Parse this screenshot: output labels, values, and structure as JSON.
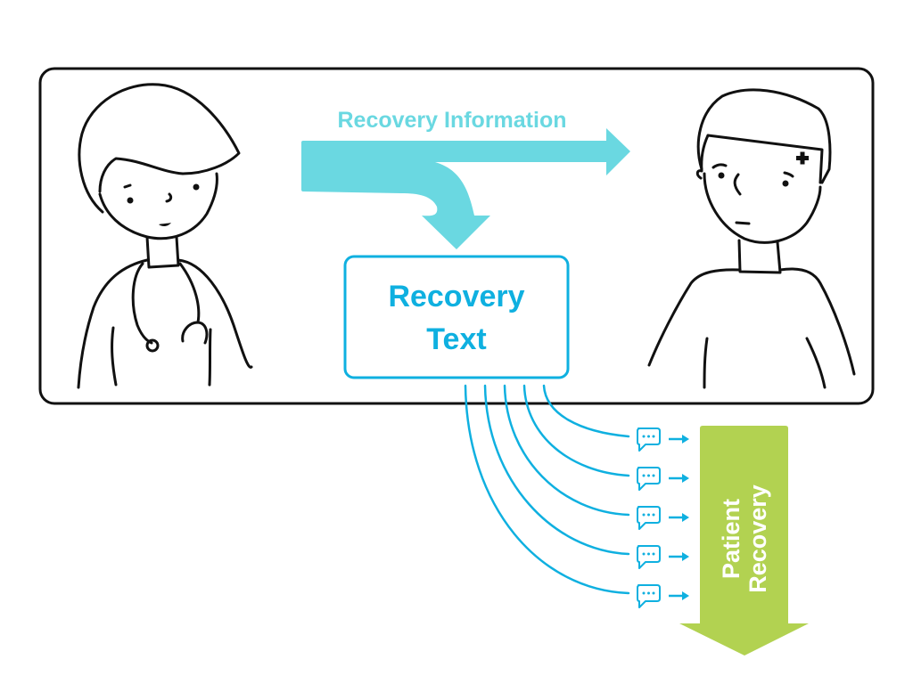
{
  "diagram": {
    "flow_label": "Recovery Information",
    "box_label_line1": "Recovery",
    "box_label_line2": "Text",
    "outcome_label_line1": "Patient",
    "outcome_label_line2": "Recovery",
    "message_count": 5,
    "actors": [
      {
        "role": "doctor",
        "description": "clinician with stethoscope"
      },
      {
        "role": "patient",
        "description": "patient with bandage on forehead"
      }
    ],
    "colors": {
      "flow_arrow": "#6ad8e1",
      "text_box": "#0fb0e0",
      "outcome_arrow": "#b2d251",
      "outline": "#111111"
    },
    "icons": {
      "message": "chat-bubble-dots-icon",
      "small_arrow": "arrow-right-icon"
    }
  }
}
